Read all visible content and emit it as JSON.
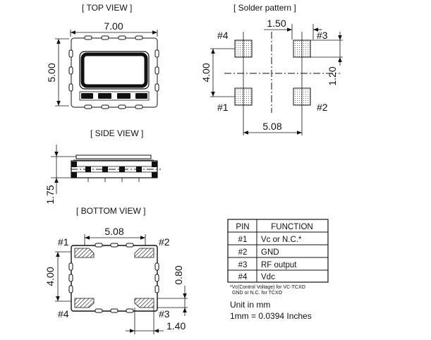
{
  "views": {
    "top": {
      "title": "[ TOP  VIEW ]",
      "width_label": "7.00",
      "height_label": "5.00"
    },
    "solder": {
      "title": "[ Solder pattern ]",
      "pitch_x_label": "1.50",
      "spacing_x_label": "5.08",
      "spacing_y_label": "4.00",
      "pad_size_label": "1.20",
      "pins": {
        "p1": "#1",
        "p2": "#2",
        "p3": "#3",
        "p4": "#4"
      }
    },
    "side": {
      "title": "[ SIDE  VIEW ]",
      "height_label": "1.75"
    },
    "bottom": {
      "title": "[ BOTTOM  VIEW ]",
      "spacing_x_label": "5.08",
      "spacing_y_label": "4.00",
      "pad_h_label": "0.80",
      "pad_w_label": "1.40",
      "pins": {
        "p1": "#1",
        "p2": "#2",
        "p3": "#3",
        "p4": "#4"
      }
    }
  },
  "pin_table": {
    "headers": {
      "pin": "PIN",
      "function": "FUNCTION"
    },
    "rows": [
      {
        "pin": "#1",
        "function": "Vc or N.C.*"
      },
      {
        "pin": "#2",
        "function": "GND"
      },
      {
        "pin": "#3",
        "function": "RF output"
      },
      {
        "pin": "#4",
        "function": "Vdc"
      }
    ],
    "footnote_1": "*Vc(Control Voltage) for VC-TCXO",
    "footnote_2": "GND or N.C. for TCXO"
  },
  "units": {
    "line1": "Unit in mm",
    "line2": "1mm = 0.0394 Inches"
  }
}
